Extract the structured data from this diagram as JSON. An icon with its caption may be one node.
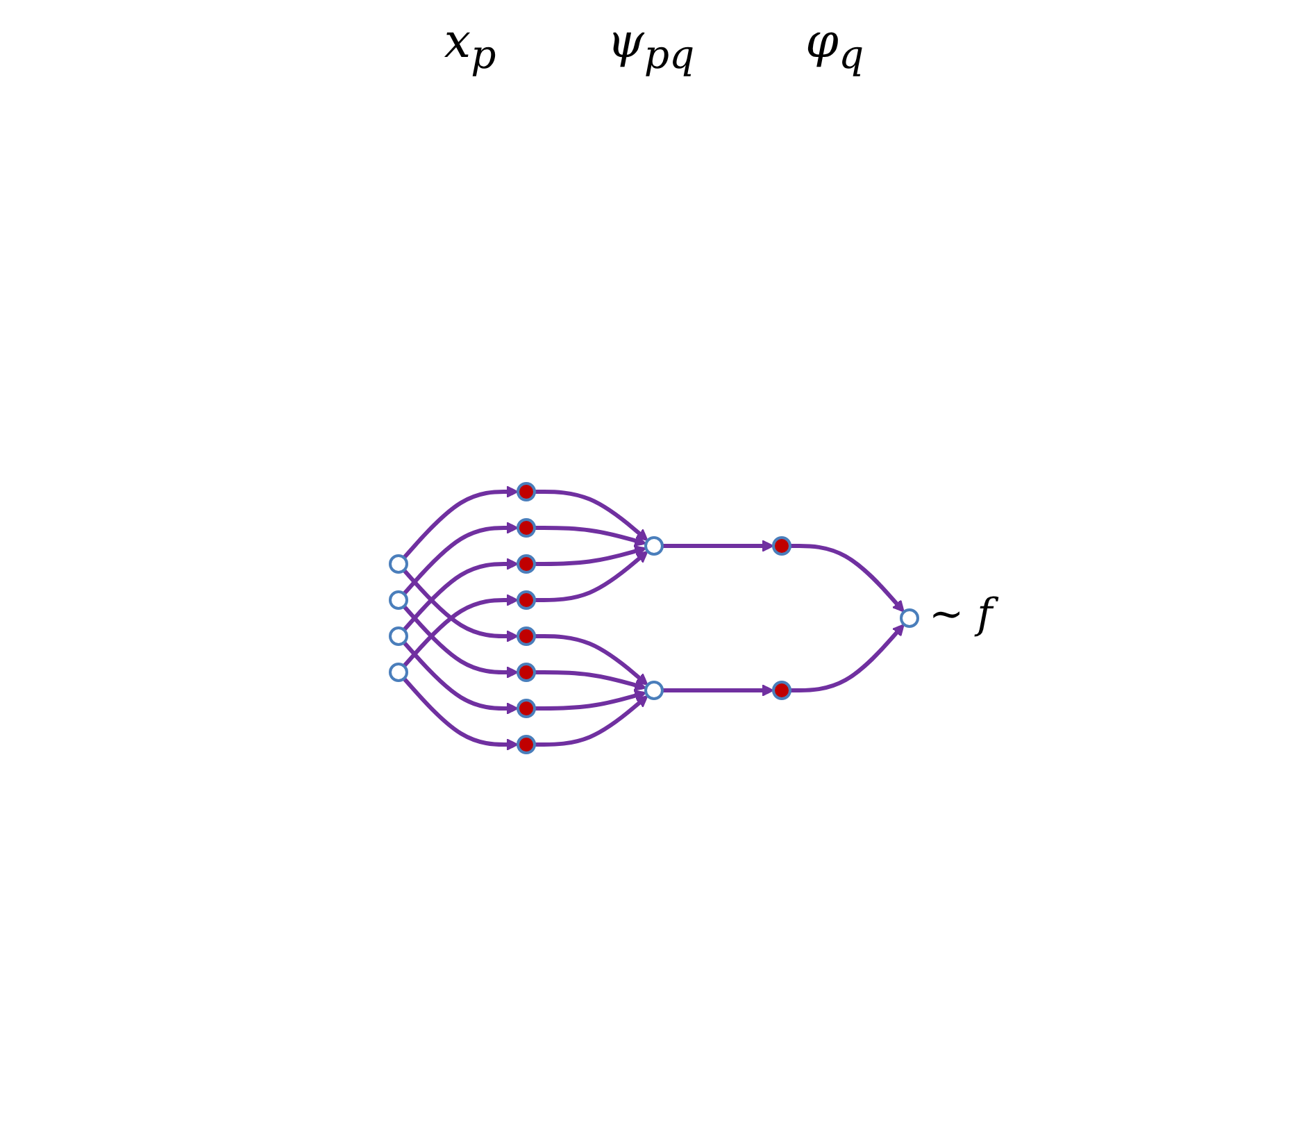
{
  "diagram": {
    "nodes": [
      {
        "text": [],
        "shape": "circle"
      },
      {
        "text": [],
        "shape": "circle"
      },
      {
        "text": [],
        "shape": "circle"
      },
      {
        "text": [],
        "shape": "circle"
      },
      {
        "text": [],
        "shape": "circle"
      },
      {
        "text": [],
        "shape": "circle"
      },
      {
        "text": [],
        "shape": "circle"
      },
      {
        "text": [],
        "shape": "circle"
      },
      {
        "text": [],
        "shape": "circle"
      },
      {
        "text": [],
        "shape": "circle"
      },
      {
        "text": [],
        "shape": "circle"
      },
      {
        "text": [],
        "shape": "circle"
      },
      {
        "text": [],
        "shape": "circle"
      },
      {
        "text": [],
        "shape": "circle"
      },
      {
        "text": [],
        "shape": "circle"
      },
      {
        "text": [],
        "shape": "circle"
      },
      {
        "text": [],
        "shape": "circle",
        "beside": [
          "~ f"
        ]
      }
    ],
    "edges": [
      {
        "from": 0,
        "to": 4,
        "arrow": "to"
      },
      {
        "from": 1,
        "to": 5,
        "arrow": "to"
      },
      {
        "from": 2,
        "to": 6,
        "arrow": "to"
      },
      {
        "from": 3,
        "to": 7,
        "arrow": "to"
      },
      {
        "from": 0,
        "to": 8,
        "arrow": "to"
      },
      {
        "from": 1,
        "to": 9,
        "arrow": "to"
      },
      {
        "from": 2,
        "to": 10,
        "arrow": "to"
      },
      {
        "from": 3,
        "to": 11,
        "arrow": "to"
      },
      {
        "from": 4,
        "to": 12,
        "arrow": "to"
      },
      {
        "from": 5,
        "to": 12,
        "arrow": "to"
      },
      {
        "from": 6,
        "to": 12,
        "arrow": "to"
      },
      {
        "from": 7,
        "to": 12,
        "arrow": "to"
      },
      {
        "from": 8,
        "to": 13,
        "arrow": "to"
      },
      {
        "from": 9,
        "to": 13,
        "arrow": "to"
      },
      {
        "from": 10,
        "to": 13,
        "arrow": "to"
      },
      {
        "from": 11,
        "to": 13,
        "arrow": "to"
      },
      {
        "from": 12,
        "to": 14,
        "arrow": "to"
      },
      {
        "from": 13,
        "to": 15,
        "arrow": "to"
      },
      {
        "from": 14,
        "to": 16,
        "arrow": "to"
      },
      {
        "from": 15,
        "to": 16,
        "arrow": "to"
      }
    ],
    "labels": [
      "x$_{p}$",
      "ψ$_{pq}$",
      "φ$_{q}$"
    ]
  }
}
